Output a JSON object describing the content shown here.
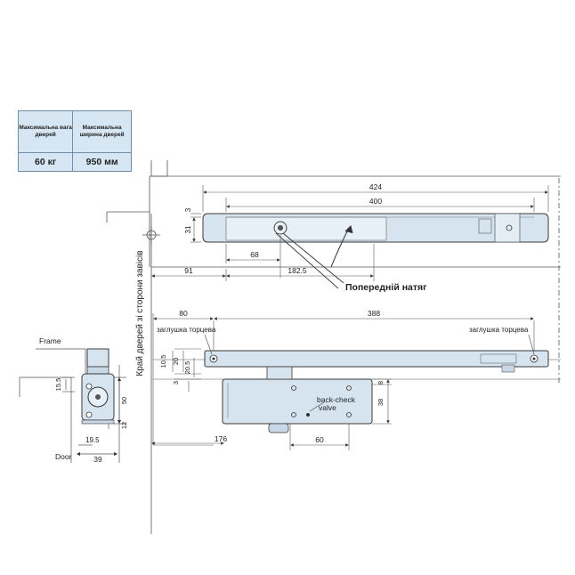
{
  "spec_table": {
    "max_weight_header": "Максимальна вага дверей",
    "max_width_header": "Максимальна ширина дверей",
    "max_weight_value": "60 кг",
    "max_width_value": "950 мм"
  },
  "top_view": {
    "dim_total": "424",
    "dim_rail": "400",
    "dim_3": "3",
    "dim_31": "31",
    "dim_68": "68",
    "dim_91": "91",
    "dim_182_5": "182.5",
    "preload_label": "Попередній натяг"
  },
  "vertical_label": "Край дверей зі сторони завісів",
  "front_view": {
    "dim_80": "80",
    "dim_388": "388",
    "end_cap_left": "заглушка торцева",
    "end_cap_right": "заглушка торцева",
    "dim_10_5": "10.5",
    "dim_20": "20",
    "dim_20_5": "20.5",
    "dim_3": "3",
    "dim_8": "8",
    "dim_38": "38",
    "back_check_line1": "back-check",
    "back_check_line2": "valve",
    "dim_176": "176",
    "dim_60": "60"
  },
  "side_view": {
    "frame_label": "Frame",
    "door_label": "Door",
    "dim_15_5": "15.5",
    "dim_50": "50",
    "dim_12": "12",
    "dim_19_5": "19.5",
    "dim_39": "39"
  },
  "colors": {
    "body_fill": "#d6e4f0",
    "outline": "#3a3a3a",
    "table_fill": "#d6e7f3",
    "table_border": "#6f8ea8"
  }
}
